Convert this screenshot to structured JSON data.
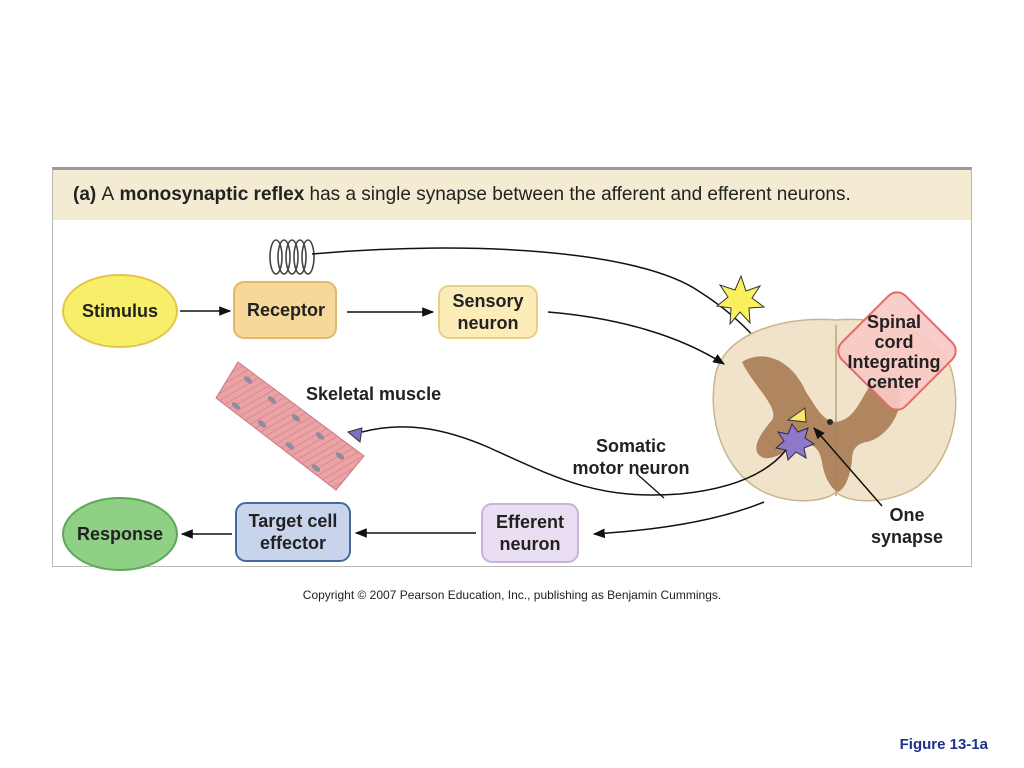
{
  "title": {
    "part": "(a)",
    "article": "A",
    "emphasis": "monosynaptic reflex",
    "rest": "has a single synapse between the afferent and efferent neurons."
  },
  "nodes": {
    "stimulus": "Stimulus",
    "receptor": "Receptor",
    "sensory_line1": "Sensory",
    "sensory_line2": "neuron",
    "integrating_line1": "Spinal",
    "integrating_line2": "cord",
    "integrating_line3": "Integrating",
    "integrating_line4": "center",
    "efferent_line1": "Efferent",
    "efferent_line2": "neuron",
    "target_line1": "Target cell",
    "target_line2": "effector",
    "response": "Response"
  },
  "labels": {
    "skeletal_muscle": "Skeletal muscle",
    "somatic_line1": "Somatic",
    "somatic_line2": "motor neuron",
    "synapse_line1": "One",
    "synapse_line2": "synapse"
  },
  "colors": {
    "stimulus_fill": "#f7ee6a",
    "receptor_fill": "#f8d79a",
    "sensory_fill": "#fbecb8",
    "integrating_fill": "#f9c9c4",
    "efferent_fill": "#eadff2",
    "target_fill": "#c7d4ec",
    "response_fill": "#8fcf86",
    "grey_matter": "#a97b55",
    "white_matter": "#f1e3c9"
  },
  "copyright": "Copyright © 2007 Pearson Education, Inc., publishing as Benjamin Cummings.",
  "figure_label": "Figure 13-1a"
}
